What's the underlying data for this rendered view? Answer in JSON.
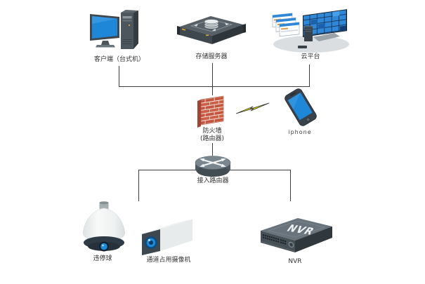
{
  "diagram": {
    "nodes": {
      "client": {
        "label": "客户端（台式机）"
      },
      "storage_server": {
        "label": "存储服务器"
      },
      "cloud_platform": {
        "label": "云平台"
      },
      "firewall": {
        "label_line1": "防火墙",
        "label_line2": "(路由器)"
      },
      "iphone": {
        "label": "iphone"
      },
      "access_router": {
        "label": "接入路由器"
      },
      "dome_camera": {
        "label": "违停球"
      },
      "channel_camera": {
        "label": "通道占用摄像机"
      },
      "nvr": {
        "label": "NVR",
        "panel_text": "NVR"
      }
    },
    "connections": [
      {
        "from": "client",
        "to": "firewall",
        "via": "bus"
      },
      {
        "from": "storage_server",
        "to": "firewall",
        "via": "bus"
      },
      {
        "from": "cloud_platform",
        "to": "firewall",
        "via": "bus"
      },
      {
        "from": "firewall",
        "to": "iphone",
        "type": "wireless-lightning"
      },
      {
        "from": "firewall",
        "to": "access_router"
      },
      {
        "from": "access_router",
        "to": "dome_camera"
      },
      {
        "from": "access_router",
        "to": "channel_camera"
      },
      {
        "from": "access_router",
        "to": "nvr"
      }
    ],
    "colors": {
      "line": "#3d3d3d",
      "label_text": "#333333",
      "screen_blue": "#1e87d8",
      "device_gray": "#4c565c",
      "firewall_brick": "#cd5f45",
      "lightning_yellow": "#e8e400"
    }
  }
}
